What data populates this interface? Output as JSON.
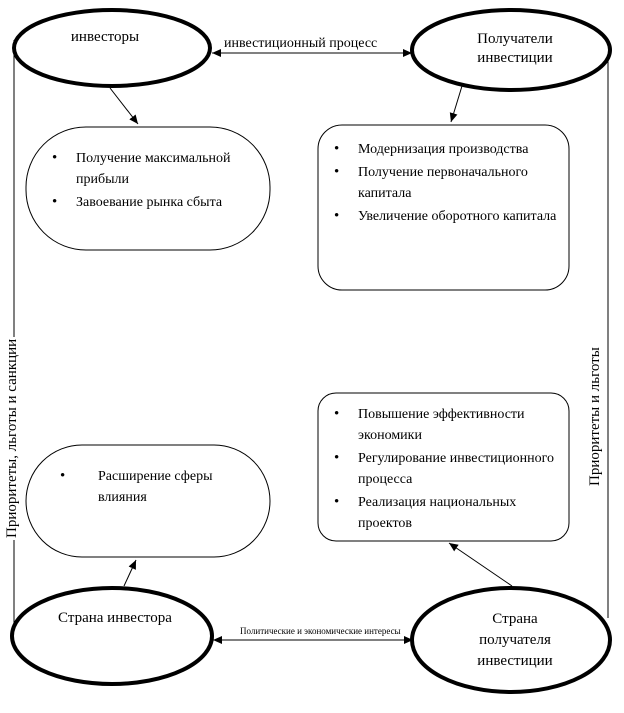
{
  "nodes": {
    "investors": "инвесторы",
    "recipients": [
      "Получатели",
      "инвестиции"
    ],
    "investor_country": "Страна инвестора",
    "recipient_country": [
      "Страна",
      "получателя",
      "инвестиции"
    ]
  },
  "boxes": {
    "investors_goals": [
      "Получение максимальной прибыли",
      "Завоевание рынка сбыта"
    ],
    "recipients_goals": [
      "Модернизация производства",
      "Получение первоначального капитала",
      "Увеличение оборотного капитала"
    ],
    "investor_country_goals": [
      "Расширение сферы влияния"
    ],
    "recipient_country_goals": [
      "Повышение эффективности экономики",
      "Регулирование инвестиционного процесса",
      "Реализация национальных проектов"
    ]
  },
  "edges": {
    "top": "инвестиционный процесс",
    "bottom": "Политические и экономические интересы",
    "left": "Приоритеты, льготы и санкции",
    "right": "Приоритеты и льготы"
  }
}
